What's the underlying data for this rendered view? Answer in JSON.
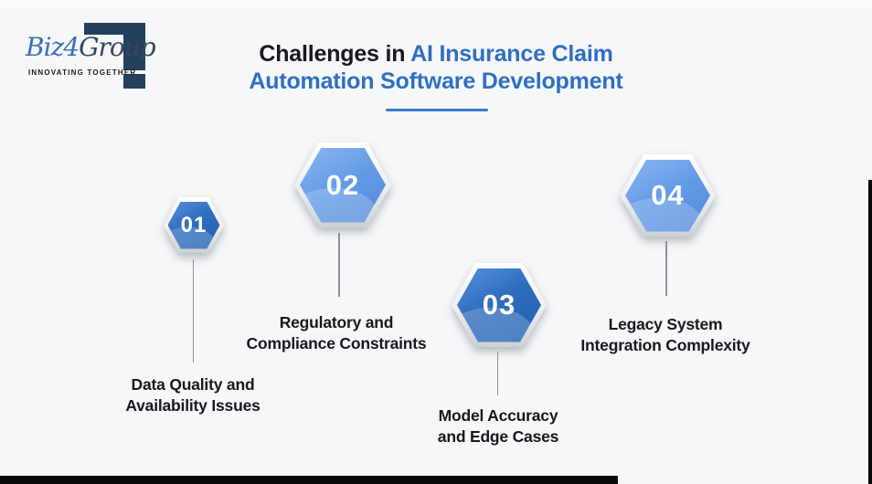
{
  "logo": {
    "brand_biz": "Biz",
    "brand_4": "4",
    "brand_group": "Group",
    "tagline": "INNOVATING TOGETHER"
  },
  "title": {
    "prefix": "Challenges in ",
    "highlight_line1": "AI Insurance Claim",
    "highlight_line2": "Automation Software Development"
  },
  "items": [
    {
      "number": "01",
      "label_line1": "Data Quality and",
      "label_line2": "Availability Issues",
      "variant": "dark"
    },
    {
      "number": "02",
      "label_line1": "Regulatory and",
      "label_line2": "Compliance Constraints",
      "variant": "light"
    },
    {
      "number": "03",
      "label_line1": "Model Accuracy",
      "label_line2": "and Edge Cases",
      "variant": "dark"
    },
    {
      "number": "04",
      "label_line1": "Legacy System",
      "label_line2": "Integration Complexity",
      "variant": "light"
    }
  ],
  "colors": {
    "background": "#f6f7f9",
    "title_text": "#17191d",
    "title_accent": "#2e6fc2",
    "underline": "#3d79c8",
    "hex_dark_main": "#2d6abb",
    "hex_light_main": "#6099e5",
    "hex_bevel_light": "#ffffff",
    "hex_bevel_shade": "#cdd0d4",
    "hex_number_text": "#ffffff",
    "connector": "#8f9297",
    "label_text": "#17191d",
    "logo_navy": "#24405e",
    "logo_blue": "#3b70b6",
    "frame_black": "#0a0a0a"
  }
}
